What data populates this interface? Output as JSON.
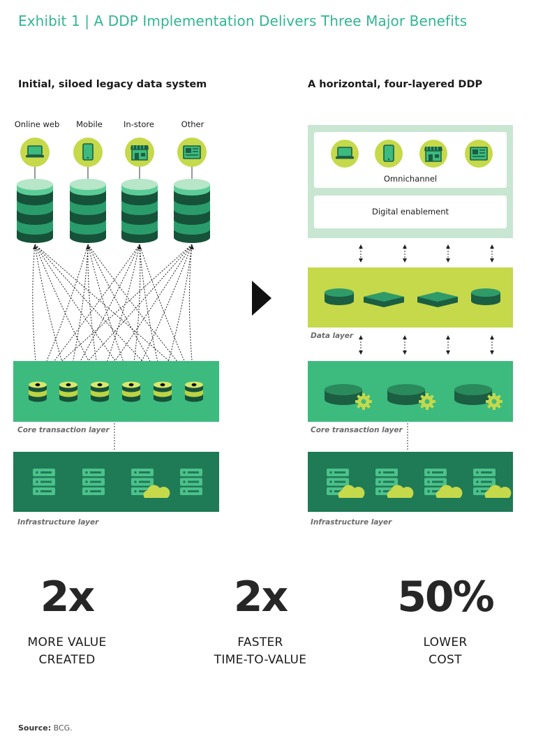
{
  "title": "Exhibit 1 | A DDP Implementation Delivers Three Major Benefits",
  "left": {
    "heading": "Initial, siloed legacy data system",
    "channels": [
      {
        "label": "Online web",
        "icon": "laptop-icon"
      },
      {
        "label": "Mobile",
        "icon": "tablet-icon"
      },
      {
        "label": "In-store",
        "icon": "store-icon"
      },
      {
        "label": "Other",
        "icon": "newspaper-icon"
      }
    ],
    "core_label": "Core transaction layer",
    "infra_label": "Infrastructure layer"
  },
  "right": {
    "heading": "A horizontal, four-layered DDP",
    "omnichannel_label": "Omnichannel",
    "digital_enablement_label": "Digital enablement",
    "data_layer_label": "Data layer",
    "core_label": "Core transaction layer",
    "infra_label": "Infrastructure layer"
  },
  "benefits": [
    {
      "value": "2x",
      "line1": "MORE VALUE",
      "line2": "CREATED"
    },
    {
      "value": "2x",
      "line1": "FASTER",
      "line2": "TIME-TO-VALUE"
    },
    {
      "value": "50%",
      "line1": "LOWER",
      "line2": "COST"
    }
  ],
  "source": {
    "label": "Source:",
    "text": "BCG."
  },
  "colors": {
    "title": "#32b593",
    "core_green": "#3dba7e",
    "infra_green": "#1f7a56",
    "lime": "#c5d94a",
    "dark_green": "#1b5e42",
    "pale_green": "#c8e6d2"
  }
}
